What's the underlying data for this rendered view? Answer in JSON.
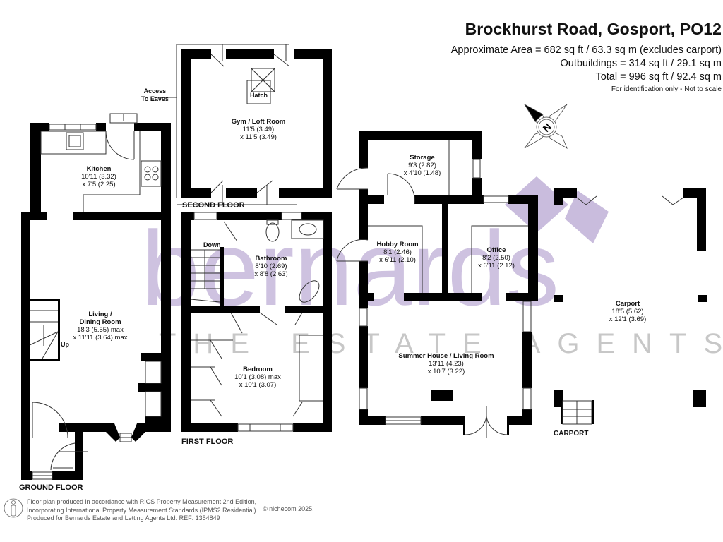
{
  "header": {
    "title": "Brockhurst Road, Gosport, PO12",
    "areas": [
      "Approximate Area = 682 sq ft / 63.3 sq m (excludes carport)",
      "Outbuildings = 314 sq ft / 29.1 sq m",
      "Total = 996 sq ft / 92.4 sq m"
    ],
    "disclaimer": "For identification only - Not to scale"
  },
  "compass": {
    "label": "N"
  },
  "watermark": {
    "brand": "bernards",
    "tagline": "THE ESTATE AGENTS",
    "color": "#c7b9dc"
  },
  "floors": {
    "ground": "GROUND FLOOR",
    "first": "FIRST FLOOR",
    "second": "SECOND FLOOR",
    "carport": "CARPORT"
  },
  "rooms": {
    "kitchen": {
      "name": "Kitchen",
      "dim1": "10'11 (3.32)",
      "dim2": "x 7'5 (2.25)"
    },
    "living": {
      "name1": "Living /",
      "name2": "Dining Room",
      "dim1": "18'3 (5.55) max",
      "dim2": "x 11'11 (3.64)  max"
    },
    "gym": {
      "name": "Gym / Loft Room",
      "dim1": "11'5 (3.49)",
      "dim2": "x 11'5 (3.49)"
    },
    "bathroom": {
      "name": "Bathroom",
      "dim1": "8'10 (2.69)",
      "dim2": "x 8'8 (2.63)"
    },
    "bedroom": {
      "name": "Bedroom",
      "dim1": "10'1 (3.08) max",
      "dim2": "x 10'1 (3.07)"
    },
    "storage": {
      "name": "Storage",
      "dim1": "9'3 (2.82)",
      "dim2": "x 4'10 (1.48)"
    },
    "hobby": {
      "name": "Hobby Room",
      "dim1": "8'1 (2.46)",
      "dim2": "x 6'11 (2.10)"
    },
    "office": {
      "name": "Office",
      "dim1": "8'2 (2.50)",
      "dim2": "x 6'11 (2.12)"
    },
    "summer": {
      "name": "Summer House / Living Room",
      "dim1": "13'11 (4.23)",
      "dim2": "x 10'7 (3.22)"
    },
    "carport": {
      "name": "Carport",
      "dim1": "18'5 (5.62)",
      "dim2": "x 12'1 (3.69)"
    }
  },
  "notes": {
    "eaves1": "Access",
    "eaves2": "To Eaves",
    "hatch": "Hatch",
    "up": "Up",
    "down": "Down"
  },
  "footer": {
    "lines": [
      "Floor plan produced in accordance with RICS Property Measurement 2nd Edition,",
      "Incorporating International Property Measurement Standards (IPMS2 Residential).",
      "Produced for Bernards Estate and Letting Agents Ltd.   REF:  1354849"
    ],
    "copyright": "© nichecom 2025."
  }
}
